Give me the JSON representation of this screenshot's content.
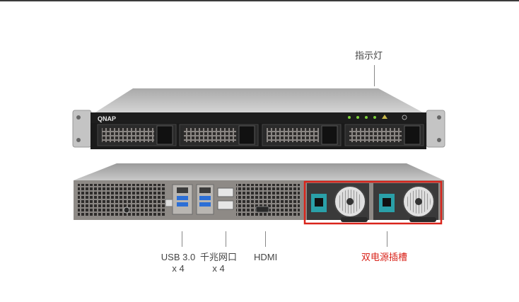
{
  "front_labels": {
    "indicator": "指示灯"
  },
  "brand": {
    "logo_text": "QNAP"
  },
  "rear_labels": {
    "usb_line1": "USB 3.0",
    "usb_line2": "x 4",
    "lan_line1": "千兆网口",
    "lan_line2": "x 4",
    "hdmi": "HDMI",
    "psu": "双电源插槽"
  },
  "colors": {
    "highlight_box": "#d9241b",
    "psu_label": "#d9241b",
    "usb_port": "#2c6fd6",
    "psu_connector": "#2aa0a8"
  }
}
